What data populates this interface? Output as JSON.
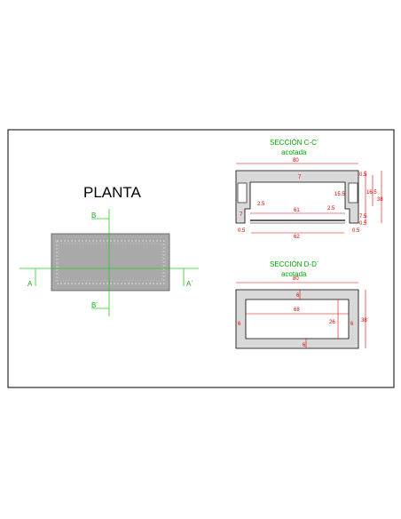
{
  "plan": {
    "title": "PLANTA",
    "cut_a_left": "A",
    "cut_a_right": "A´",
    "cut_b_top": "B",
    "cut_b_bottom": "B´"
  },
  "section_cc": {
    "title": "SECCIÓN C-C´",
    "subtitle": "acotada",
    "dims": {
      "overall_width": "80",
      "inner_top": "61",
      "bottom_width": "62",
      "left_offset": "2.5",
      "right_offset": "2.5",
      "bottom_left": "0.5",
      "bottom_right": "0.5",
      "top_thickness": "7",
      "left_lip": "7",
      "right_top": "0.5",
      "right_mid": "15.5",
      "right_inner": "16.5",
      "right_low": "7.5",
      "right_bottom": "0.5",
      "overall_height": "38"
    }
  },
  "section_dd": {
    "title": "SECCIÓN D-D´",
    "subtitle": "acotada",
    "dims": {
      "overall_width": "80",
      "top_thickness": "6",
      "inner_width": "68",
      "left_wall": "6",
      "inner_height": "26",
      "right_wall": "6",
      "bottom_thickness": "6",
      "overall_height": "38"
    }
  },
  "colors": {
    "outline": "#000000",
    "hatch_fill": "#d9d9d9",
    "dimension": "#e00000",
    "cut_line": "#22cc22",
    "plan_fill": "#a9a9a9",
    "title_green": "#00aa00"
  }
}
